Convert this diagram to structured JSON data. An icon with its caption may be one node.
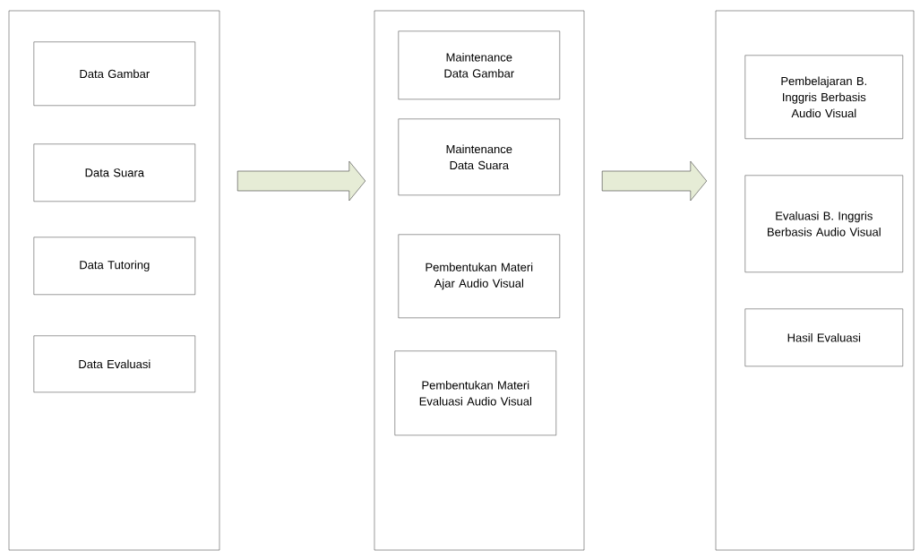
{
  "diagram": {
    "nodes": [
      {
        "text": [],
        "shape": "box"
      },
      {
        "text": [
          "Data Gambar"
        ],
        "in": 0
      },
      {
        "text": [
          "Data Suara"
        ],
        "in": 0
      },
      {
        "text": [
          "Data Tutoring"
        ],
        "in": 0
      },
      {
        "text": [
          "Data Evaluasi"
        ],
        "in": 0
      },
      {
        "text": [],
        "shape": "box"
      },
      {
        "text": [
          "Maintenance Data Gambar"
        ],
        "in": 5
      },
      {
        "text": [
          "Maintenance Data Suara"
        ],
        "in": 5
      },
      {
        "text": [
          "Pembentukan Materi Ajar Audio Visual"
        ],
        "in": 5
      },
      {
        "text": [
          "Pembentukan Materi Evaluasi Audio Visual"
        ],
        "in": 5
      },
      {
        "text": [],
        "shape": "box"
      },
      {
        "text": [
          "Pembelajaran B. Inggris Berbasis Audio Visual"
        ],
        "in": 10
      },
      {
        "text": [
          "Evaluasi B. Inggris Berbasis Audio Visual"
        ],
        "in": 10
      },
      {
        "text": [
          "Hasil Evaluasi"
        ],
        "in": 10
      }
    ],
    "edges": [
      {
        "from": 0,
        "to": 5,
        "arrow": "to",
        "color": "#e6ecd6"
      },
      {
        "from": 5,
        "to": 10,
        "arrow": "to",
        "color": "#e6ecd6"
      }
    ]
  }
}
